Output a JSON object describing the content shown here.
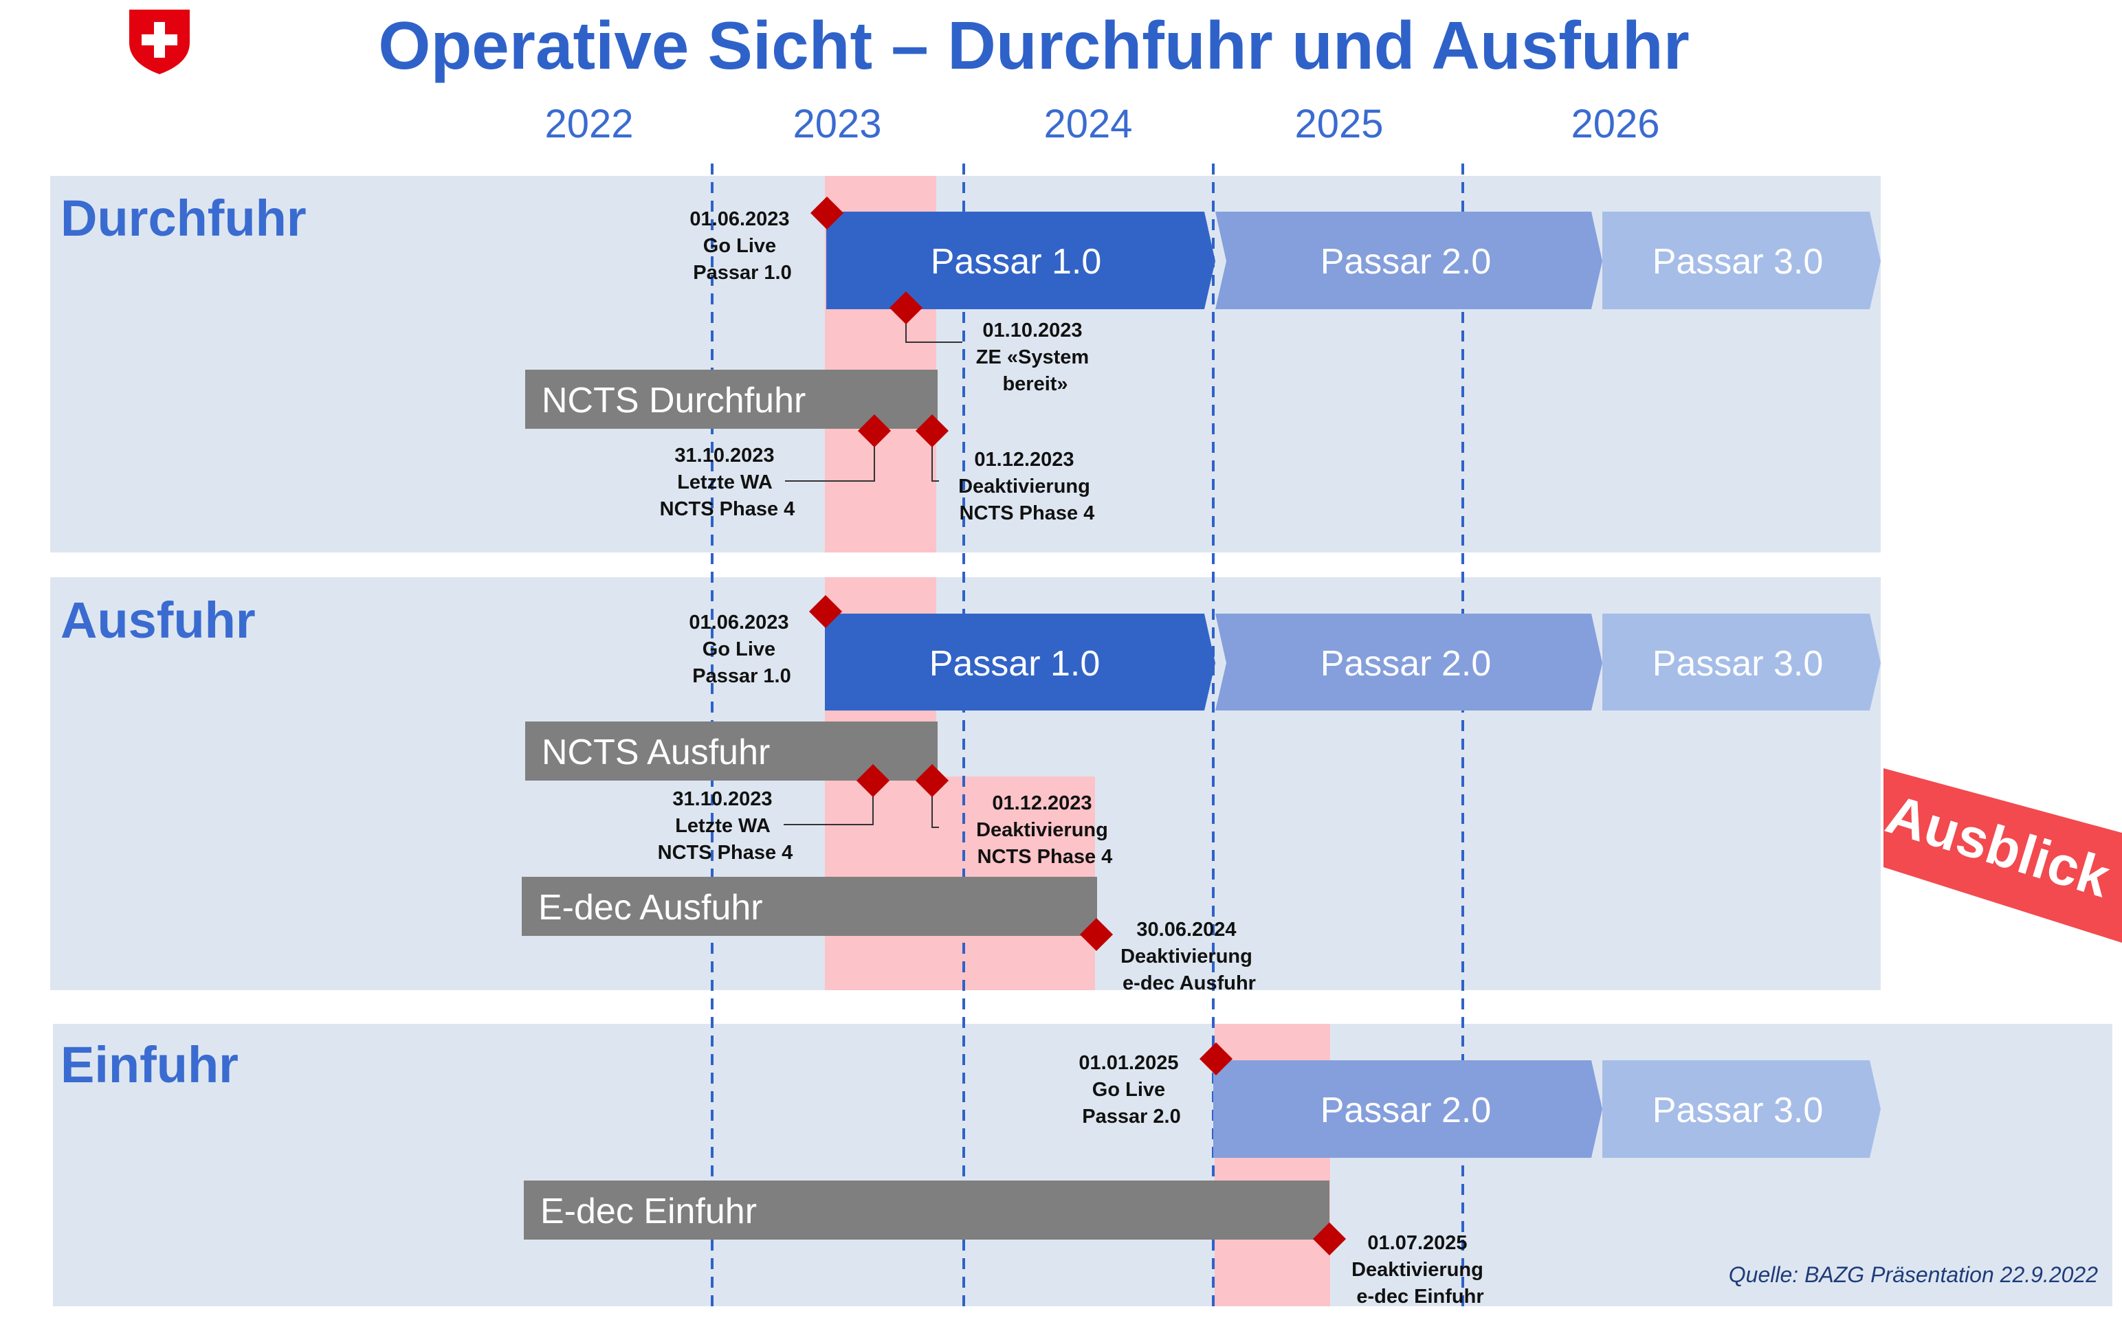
{
  "title": "Operative Sicht – Durchfuhr und Ausfuhr",
  "years": [
    "2022",
    "2023",
    "2024",
    "2025",
    "2026"
  ],
  "panels": {
    "durchfuhr": {
      "title": "Durchfuhr",
      "bars": {
        "passar1": "Passar 1.0",
        "passar2": "Passar 2.0",
        "passar3": "Passar 3.0",
        "ncts": "NCTS Durchfuhr"
      },
      "milestones": {
        "golive": [
          "01.06.2023",
          "Go Live",
          "Passar 1.0"
        ],
        "ze": [
          "01.10.2023",
          "ZE «System",
          "bereit»"
        ],
        "letzte_wa": [
          "31.10.2023",
          "Letzte WA",
          "NCTS Phase 4"
        ],
        "deakt": [
          "01.12.2023",
          "Deaktivierung",
          "NCTS Phase 4"
        ]
      }
    },
    "ausfuhr": {
      "title": "Ausfuhr",
      "bars": {
        "passar1": "Passar 1.0",
        "passar2": "Passar 2.0",
        "passar3": "Passar 3.0",
        "ncts": "NCTS Ausfuhr",
        "edec": "E-dec Ausfuhr"
      },
      "milestones": {
        "golive": [
          "01.06.2023",
          "Go Live",
          "Passar 1.0"
        ],
        "letzte_wa": [
          "31.10.2023",
          "Letzte WA",
          "NCTS Phase 4"
        ],
        "deakt": [
          "01.12.2023",
          "Deaktivierung",
          "NCTS Phase 4"
        ],
        "edec_deakt": [
          "30.06.2024",
          "Deaktivierung",
          "e-dec Ausfuhr"
        ]
      }
    },
    "einfuhr": {
      "title": "Einfuhr",
      "bars": {
        "passar2": "Passar 2.0",
        "passar3": "Passar 3.0",
        "edec": "E-dec Einfuhr"
      },
      "milestones": {
        "golive": [
          "01.01.2025",
          "Go Live",
          "Passar 2.0"
        ],
        "edec_deakt": [
          "01.07.2025",
          "Deaktivierung",
          "e-dec Einfuhr"
        ]
      }
    }
  },
  "ausblick_label": "Ausblick",
  "source": "Quelle: BAZG Präsentation 22.9.2022",
  "colors": {
    "panel_bg": "#dde6f0",
    "highlight": "#fcc3c8",
    "passar1": "#3264c8",
    "passar2": "#859fdc",
    "passar3": "#a6bde8",
    "legacy_bar": "#7f7f7f",
    "milestone": "#c00000",
    "ausblick": "#f24a4f",
    "swiss_red": "#e3000f"
  }
}
